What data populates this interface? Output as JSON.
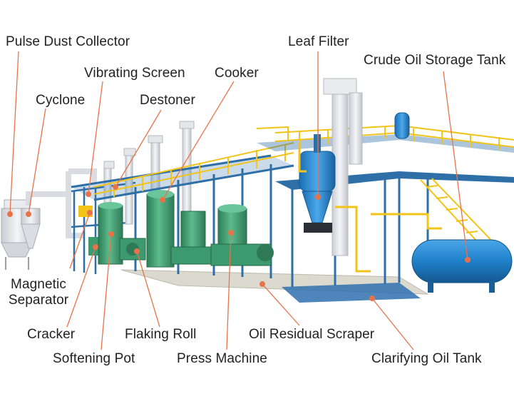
{
  "labels": {
    "pulse_dust_collector": "Pulse Dust Collector",
    "vibrating_screen": "Vibrating Screen",
    "cyclone": "Cyclone",
    "destoner": "Destoner",
    "cooker": "Cooker",
    "leaf_filter": "Leaf Filter",
    "crude_oil_storage_tank": "Crude Oil Storage Tank",
    "magnetic_separator_line1": "Magnetic",
    "magnetic_separator_line2": "Separator",
    "cracker": "Cracker",
    "flaking_roll": "Flaking Roll",
    "oil_residual_scraper": "Oil Residual Scraper",
    "softening_pot": "Softening Pot",
    "press_machine": "Press Machine",
    "clarifying_oil_tank": "Clarifying Oil Tank"
  },
  "colors": {
    "leader_line": "#E8734A",
    "dot": "#E8734A",
    "rail": "#F2C318",
    "steel_blue": "#2E6FA8",
    "tank_blue": "#1F80C9",
    "machine_green": "#3C9A6E",
    "white_equipment": "#E4E6EA"
  }
}
